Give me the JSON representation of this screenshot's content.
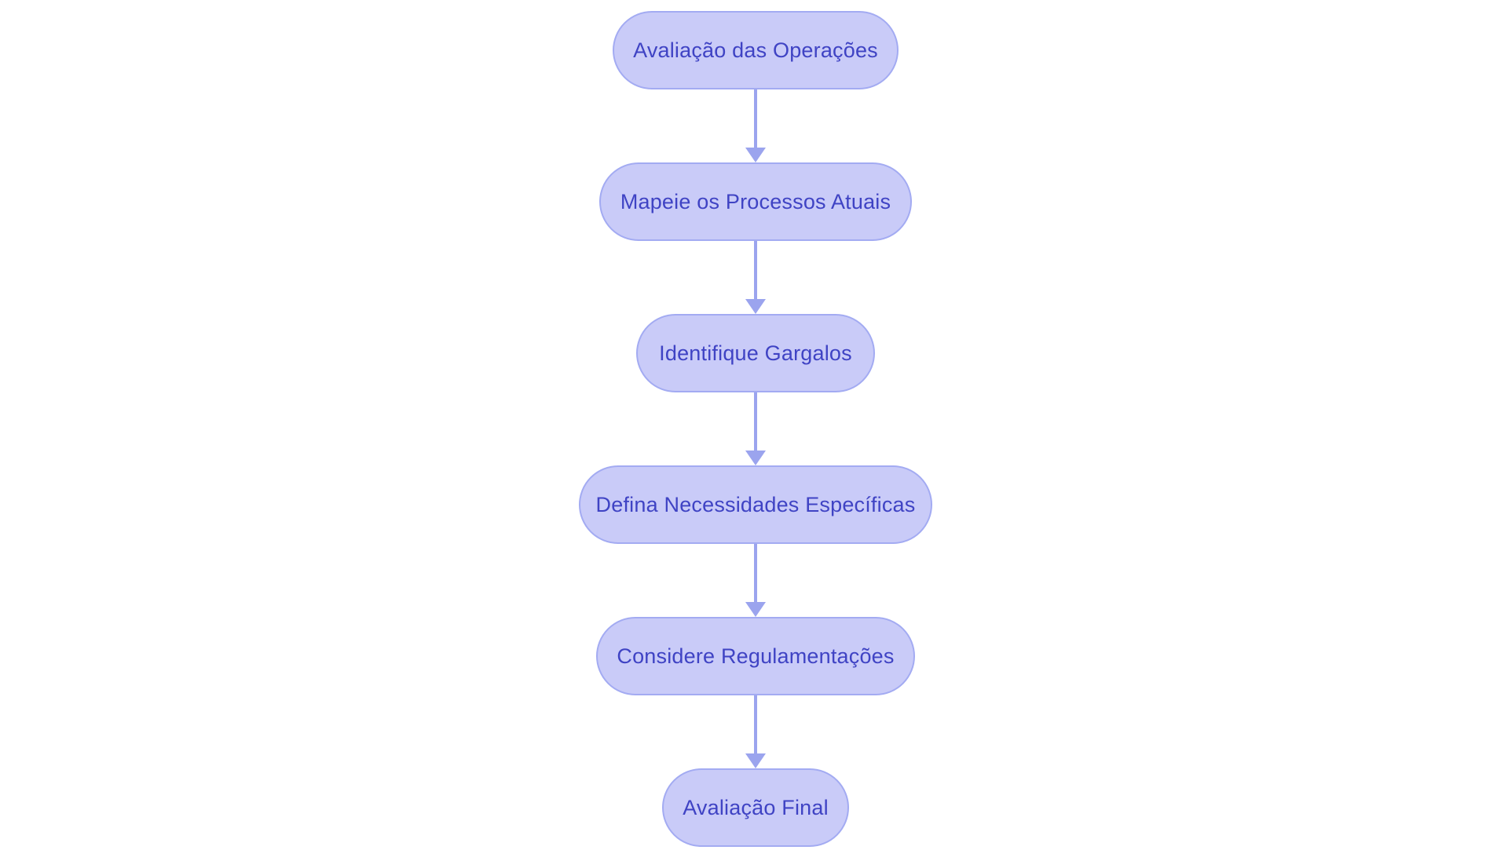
{
  "diagram": {
    "type": "flowchart",
    "direction": "top-down",
    "nodes": [
      {
        "id": "n1",
        "label": "Avaliação das Operações"
      },
      {
        "id": "n2",
        "label": "Mapeie os Processos Atuais"
      },
      {
        "id": "n3",
        "label": "Identifique Gargalos"
      },
      {
        "id": "n4",
        "label": "Defina Necessidades Específicas"
      },
      {
        "id": "n5",
        "label": "Considere Regulamentações"
      },
      {
        "id": "n6",
        "label": "Avaliação Final"
      }
    ],
    "edges": [
      {
        "from": "n1",
        "to": "n2"
      },
      {
        "from": "n2",
        "to": "n3"
      },
      {
        "from": "n3",
        "to": "n4"
      },
      {
        "from": "n4",
        "to": "n5"
      },
      {
        "from": "n5",
        "to": "n6"
      }
    ],
    "colors": {
      "node_fill": "#c9cbf8",
      "node_border": "#a3abf2",
      "node_text": "#3f43c4",
      "arrow": "#9ba4ee",
      "background": "#ffffff"
    }
  }
}
